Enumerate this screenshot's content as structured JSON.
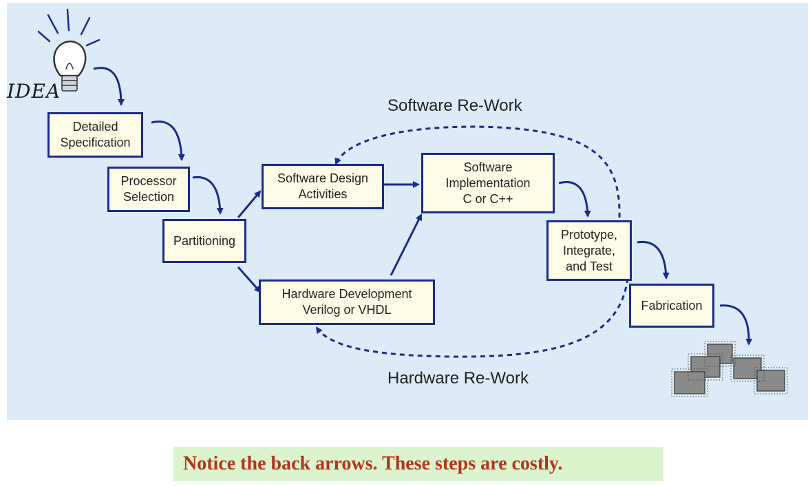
{
  "idea_label": "IDEA",
  "boxes": {
    "detailed_spec": [
      "Detailed",
      "Specification"
    ],
    "processor": [
      "Processor",
      "Selection"
    ],
    "partitioning": [
      "Partitioning"
    ],
    "sw_design": [
      "Software Design",
      "Activities"
    ],
    "sw_impl": [
      "Software",
      "Implementation",
      "C or C++"
    ],
    "hw_dev": [
      "Hardware Development",
      "Verilog or VHDL"
    ],
    "prototype": [
      "Prototype,",
      "Integrate,",
      "and Test"
    ],
    "fabrication": [
      "Fabrication"
    ]
  },
  "labels": {
    "software_rework": "Software Re-Work",
    "hardware_rework": "Hardware Re-Work"
  },
  "notice": "Notice the back arrows. These steps are costly.",
  "colors": {
    "arrow": "#1b2b8c",
    "box_fill": "#fefbe6",
    "panel": "#dcebf7",
    "notice_text": "#b4341c",
    "notice_bg": "#dbf4cd"
  }
}
